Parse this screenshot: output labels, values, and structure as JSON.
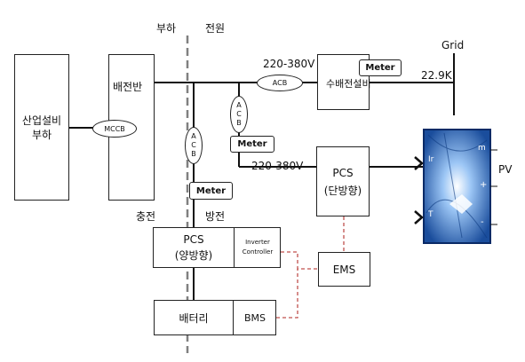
{
  "labels": {
    "load_side": "부하",
    "source_side": "전원",
    "charge": "충전",
    "discharge": "방전",
    "grid": "Grid",
    "voltage_top": "220-380V",
    "voltage_mid": "220-380V",
    "grid_voltage": "22.9K",
    "pv": "PV"
  },
  "blocks": {
    "industrial_load": [
      "산업설비",
      "부하"
    ],
    "switchboard": "배전반",
    "substation": "수배전설비",
    "pcs_uni": [
      "PCS",
      "(단방향)"
    ],
    "pcs_bi": [
      "PCS",
      "(양방향)"
    ],
    "inverter_controller": [
      "Inverter",
      "Controller"
    ],
    "ems": "EMS",
    "battery": "배터리",
    "bms": "BMS"
  },
  "breakers": {
    "mccb": "MCCB",
    "acb": "ACB",
    "acb_vertical": [
      "A",
      "C",
      "B"
    ]
  },
  "meters": {
    "label": "Meter"
  },
  "pv_ports": {
    "ir": "Ir",
    "t": "T",
    "m": "m",
    "plus": "+",
    "minus": "-"
  },
  "colors": {
    "line": "#111111",
    "control_line": "#c0504d",
    "divider": "#808080",
    "pv_dark": "#1a4d9c",
    "pv_light": "#7fb3ee"
  }
}
